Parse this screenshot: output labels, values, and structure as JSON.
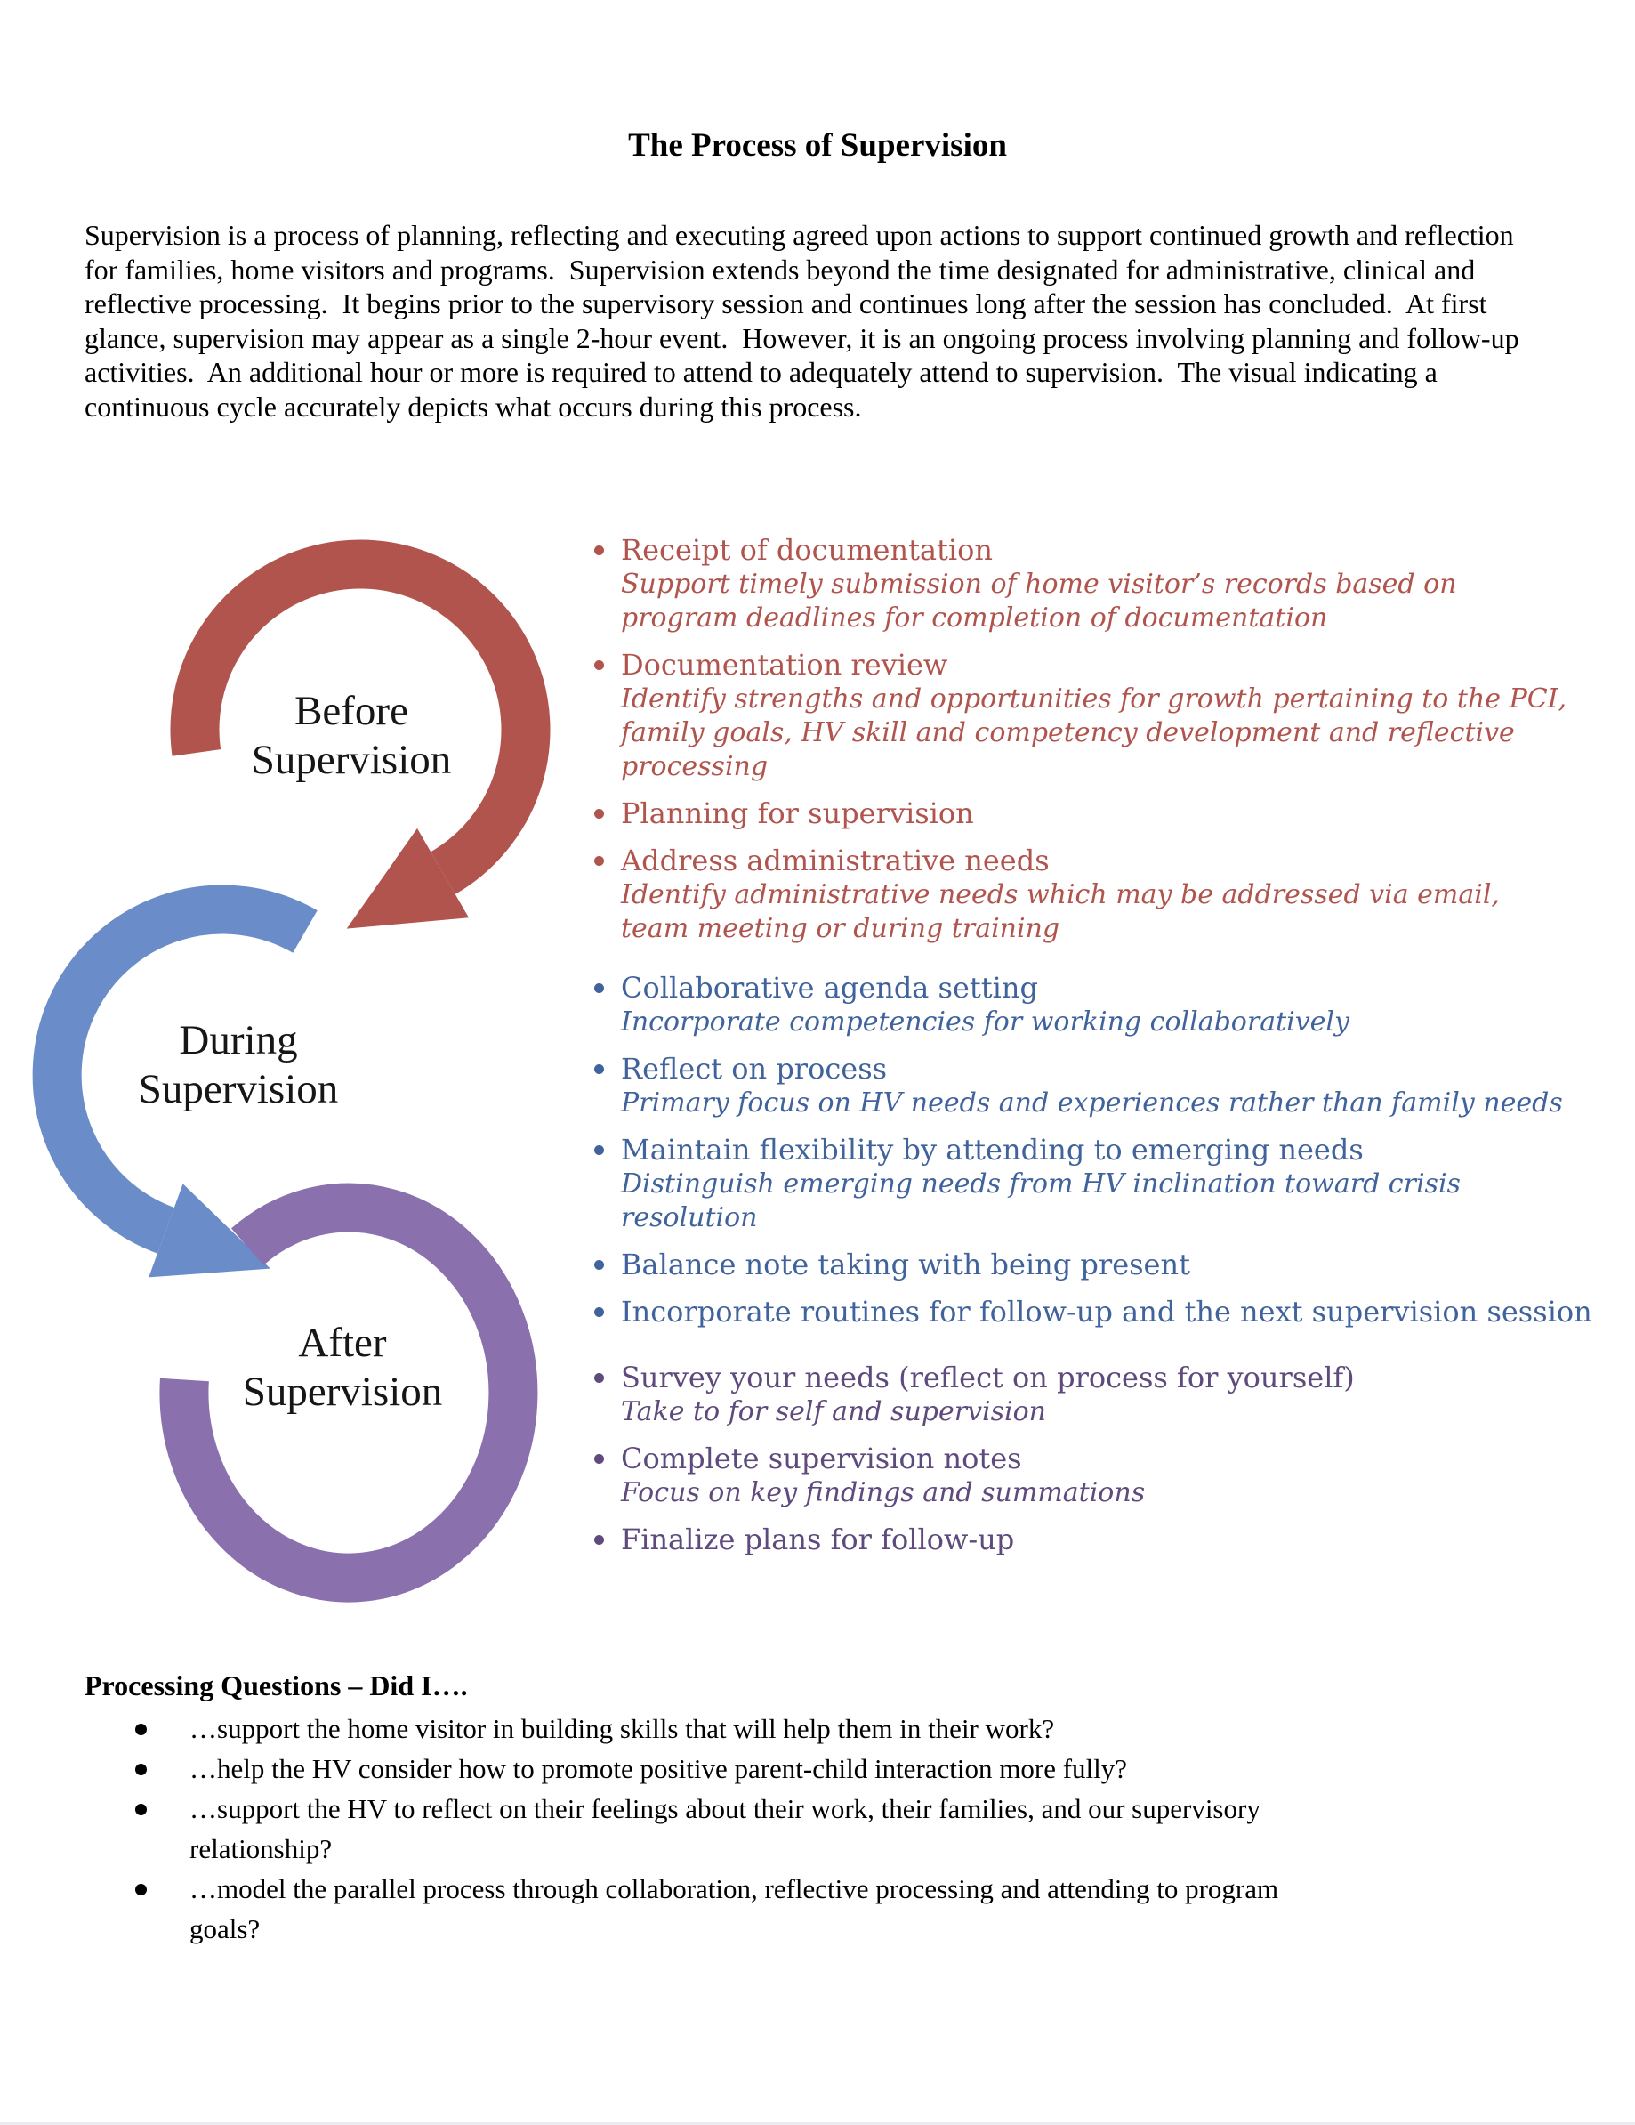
{
  "page": {
    "title": "The Process of Supervision",
    "intro": "Supervision is a process of planning, reflecting and executing agreed upon actions to support continued growth and reflection for families, home visitors and programs.  Supervision extends beyond the time designated for administrative, clinical and reflective processing.  It begins prior to the supervisory session and continues long after the session has concluded.  At first glance, supervision may appear as a single 2-hour event.  However, it is an ongoing process involving planning and follow-up activities.  An additional hour or more is required to attend to adequately attend to supervision.  The visual indicating a continuous cycle accurately depicts what occurs during this process."
  },
  "colors": {
    "before_arc": "#B2544E",
    "during_arc": "#6A8CC8",
    "after_arc": "#8A70AC",
    "before_text": "#B0544E",
    "during_text": "#41639C",
    "after_text": "#5F4A7D"
  },
  "cycle": {
    "before": {
      "label": "Before\nSupervision"
    },
    "during": {
      "label": "During\nSupervision"
    },
    "after": {
      "label": "After\nSupervision"
    }
  },
  "before_items": [
    {
      "label": "Receipt of documentation",
      "detail": "Support  timely submission of  home visitor’s records based on\nprogram  deadlines for  completion of documentation"
    },
    {
      "label": "Documentation review",
      "detail": "Identify strengths and opportunities for growth pertaining to the PCI,\nfamily goals, HV skill and competency development and reflective\nprocessing"
    },
    {
      "label": "Planning for supervision"
    },
    {
      "label": "Address administrative needs",
      "detail": "Identify administrative  needs which may be addressed via email,\nteam meeting or during training"
    }
  ],
  "during_items": [
    {
      "label": "Collaborative agenda setting",
      "detail": "Incorporate competencies for working collaboratively"
    },
    {
      "label": "Reflect on process",
      "detail": "Primary focus on HV needs and experiences rather than family needs"
    },
    {
      "label": "Maintain flexibility by attending to emerging needs",
      "detail": "Distinguish  emerging needs from HV inclination toward crisis\nresolution"
    },
    {
      "label": "Balance note taking with being present"
    },
    {
      "label": "Incorporate routines for follow-up and the next supervision session"
    }
  ],
  "after_items": [
    {
      "label": "Survey your needs (reflect on process for yourself)",
      "detail": "Take to for self and supervision"
    },
    {
      "label": "Complete supervision notes",
      "detail": "Focus on key findings and summations"
    },
    {
      "label": "Finalize plans for follow-up"
    }
  ],
  "processing": {
    "heading": "Processing Questions – Did I….",
    "questions": [
      "…support the home visitor in building skills that will help them in their work?",
      "…help the HV consider how to promote positive parent-child interaction more fully?",
      "…support the HV to reflect on their feelings about their work, their families, and our supervisory\nrelationship?",
      "…model the parallel process through collaboration, reflective processing and attending to program\ngoals?"
    ]
  }
}
